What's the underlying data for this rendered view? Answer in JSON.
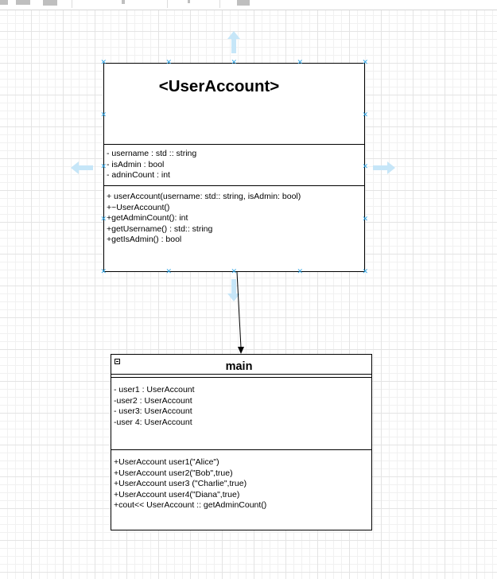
{
  "toolbar": {
    "icons": [
      "format-icon",
      "fill-icon",
      "line-icon",
      "waypoint-icon",
      "add-icon",
      "table-icon"
    ]
  },
  "colors": {
    "selection_handle": "#29a3e6",
    "hint_arrow": "#c6e6f8",
    "stroke": "#000000"
  },
  "user_account": {
    "title": "<UserAccount>",
    "attributes": [
      "- username : std :: string",
      "- isAdmin : bool",
      "- adninCount : int"
    ],
    "operations": [
      "+ userAccount(username: std:: string, isAdmin: bool)",
      "+~UserAccount()",
      "+getAdminCount(): int",
      "+getUsername() : std:: string",
      "+getIsAdmin() : bool"
    ]
  },
  "main": {
    "title": "main",
    "attributes": [
      "- user1 : UserAccount",
      "-user2 : UserAccount",
      "- user3: UserAccount",
      "-user 4: UserAccount"
    ],
    "operations": [
      "+UserAccount user1(\"Alice\")",
      "+UserAccount user2(\"Bob\",true)",
      "+UserAccount user3 (\"Charlie\",true)",
      "+UserAccount user4(\"Diana\",true)",
      "+cout<< UserAccount :: getAdminCount()"
    ]
  }
}
